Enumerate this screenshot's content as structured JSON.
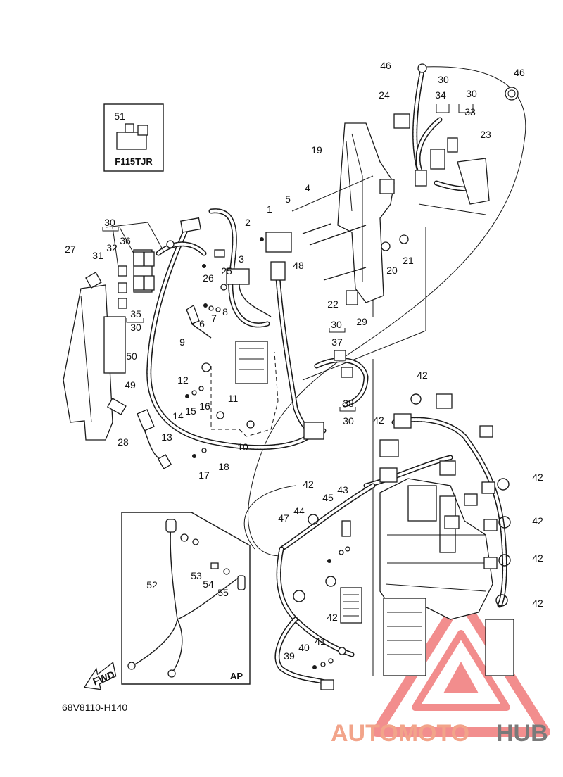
{
  "diagram": {
    "drawing_code": "68V8110-H140",
    "model_label": "F115TJR",
    "inset_label": "AP",
    "fwd_label": "FWD",
    "watermark": {
      "part1": "AUTOMOTO",
      "part2": "HUB",
      "color_accent": "#f2a48a",
      "color_dark": "#7a7a7a",
      "color_triangle": "#f07a7a"
    },
    "callouts": [
      {
        "n": "1"
      },
      {
        "n": "2"
      },
      {
        "n": "3"
      },
      {
        "n": "4"
      },
      {
        "n": "5"
      },
      {
        "n": "6"
      },
      {
        "n": "7"
      },
      {
        "n": "8"
      },
      {
        "n": "9"
      },
      {
        "n": "10"
      },
      {
        "n": "11"
      },
      {
        "n": "12"
      },
      {
        "n": "13"
      },
      {
        "n": "14"
      },
      {
        "n": "15"
      },
      {
        "n": "16"
      },
      {
        "n": "17"
      },
      {
        "n": "18"
      },
      {
        "n": "19"
      },
      {
        "n": "20"
      },
      {
        "n": "21"
      },
      {
        "n": "22"
      },
      {
        "n": "23"
      },
      {
        "n": "24"
      },
      {
        "n": "25"
      },
      {
        "n": "26"
      },
      {
        "n": "27"
      },
      {
        "n": "28"
      },
      {
        "n": "29"
      },
      {
        "n": "30"
      },
      {
        "n": "30"
      },
      {
        "n": "30"
      },
      {
        "n": "30"
      },
      {
        "n": "30"
      },
      {
        "n": "30"
      },
      {
        "n": "31"
      },
      {
        "n": "32"
      },
      {
        "n": "33"
      },
      {
        "n": "34"
      },
      {
        "n": "35"
      },
      {
        "n": "36"
      },
      {
        "n": "37"
      },
      {
        "n": "38"
      },
      {
        "n": "39"
      },
      {
        "n": "40"
      },
      {
        "n": "41"
      },
      {
        "n": "42"
      },
      {
        "n": "42"
      },
      {
        "n": "42"
      },
      {
        "n": "42"
      },
      {
        "n": "42"
      },
      {
        "n": "42"
      },
      {
        "n": "42"
      },
      {
        "n": "42"
      },
      {
        "n": "43"
      },
      {
        "n": "44"
      },
      {
        "n": "45"
      },
      {
        "n": "46"
      },
      {
        "n": "46"
      },
      {
        "n": "47"
      },
      {
        "n": "48"
      },
      {
        "n": "49"
      },
      {
        "n": "50"
      },
      {
        "n": "51"
      },
      {
        "n": "52"
      },
      {
        "n": "53"
      },
      {
        "n": "54"
      },
      {
        "n": "55"
      }
    ]
  }
}
